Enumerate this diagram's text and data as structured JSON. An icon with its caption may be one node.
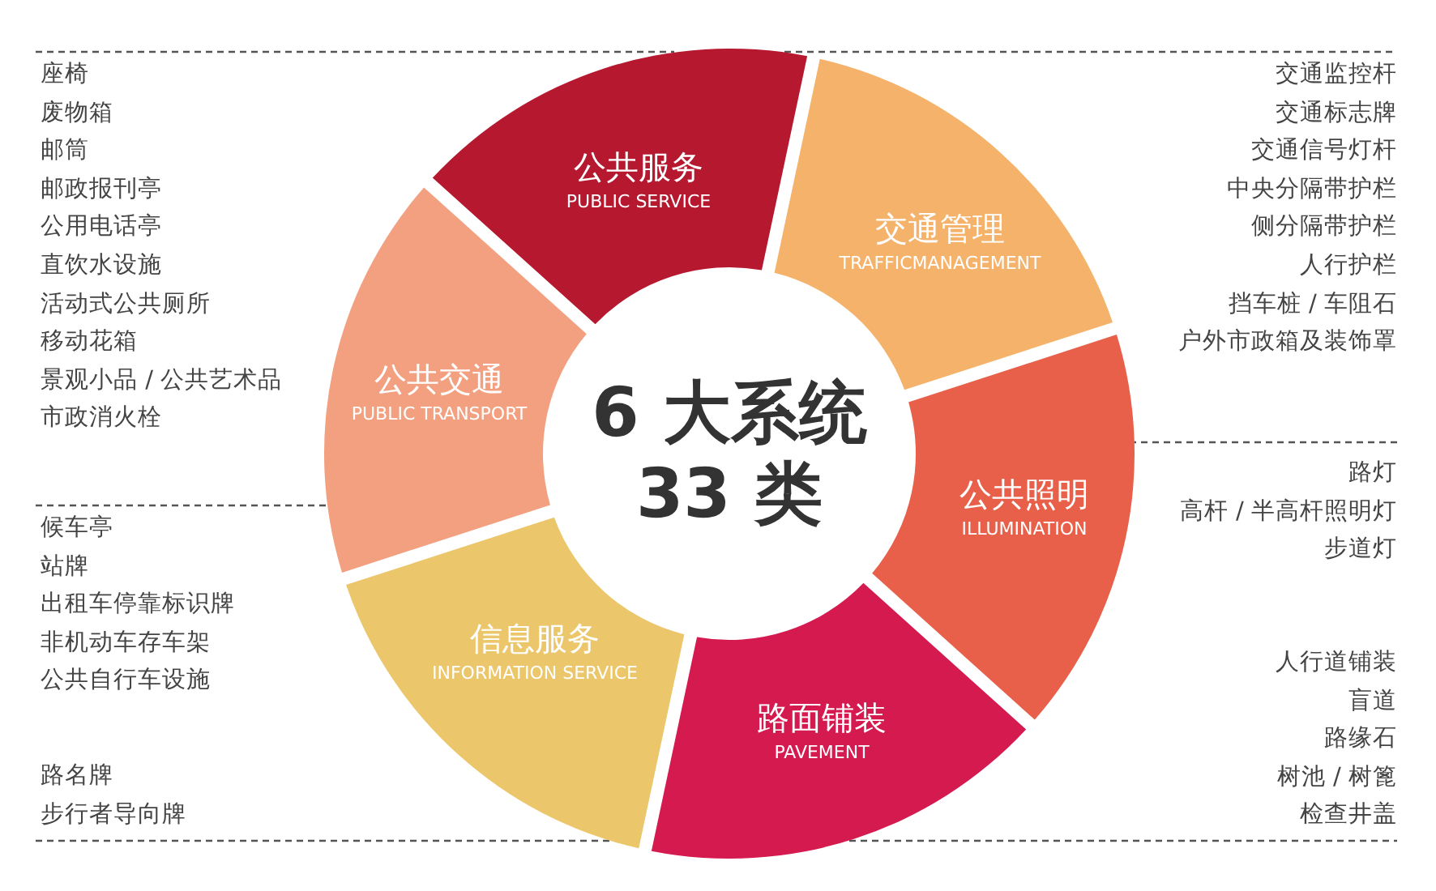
{
  "diagram": {
    "nodes": [
      {
        "text": [
          "公共服务",
          "PUBLIC SERVICE"
        ],
        "beside": [
          "座椅",
          "废物箱",
          "邮筒",
          "邮政报刊亭",
          "公用电话亭",
          "直饮水设施",
          "活动式公共厕所",
          "移动花箱",
          "景观小品 / 公共艺术品",
          "市政消火栓"
        ]
      },
      {
        "text": [
          "交通管理",
          "TRAFFICMANAGEMENT"
        ],
        "beside": [
          "交通监控杆",
          "交通标志牌",
          "交通信号灯杆",
          "中央分隔带护栏",
          "侧分隔带护栏",
          "人行护栏",
          "挡车桩 / 车阻石",
          "户外市政箱及装饰罩"
        ]
      },
      {
        "text": [
          "公共照明",
          "ILLUMINATION"
        ],
        "beside": [
          "路灯",
          "高杆 / 半高杆照明灯",
          "步道灯"
        ]
      },
      {
        "text": [
          "路面铺装",
          "PAVEMENT"
        ],
        "beside": [
          "人行道铺装",
          "盲道",
          "路缘石",
          "树池 / 树篦",
          "检查井盖"
        ]
      },
      {
        "text": [
          "信息服务",
          "INFORMATION SERVICE"
        ],
        "beside": [
          "路名牌",
          "步行者导向牌"
        ]
      },
      {
        "text": [
          "公共交通",
          "PUBLIC TRANSPORT"
        ],
        "beside": [
          "候车亭",
          "站牌",
          "出租车停靠标识牌",
          "非机动车存车架",
          "公共自行车设施"
        ]
      },
      {
        "text": [
          "6 大系统",
          "33 类"
        ]
      }
    ]
  }
}
